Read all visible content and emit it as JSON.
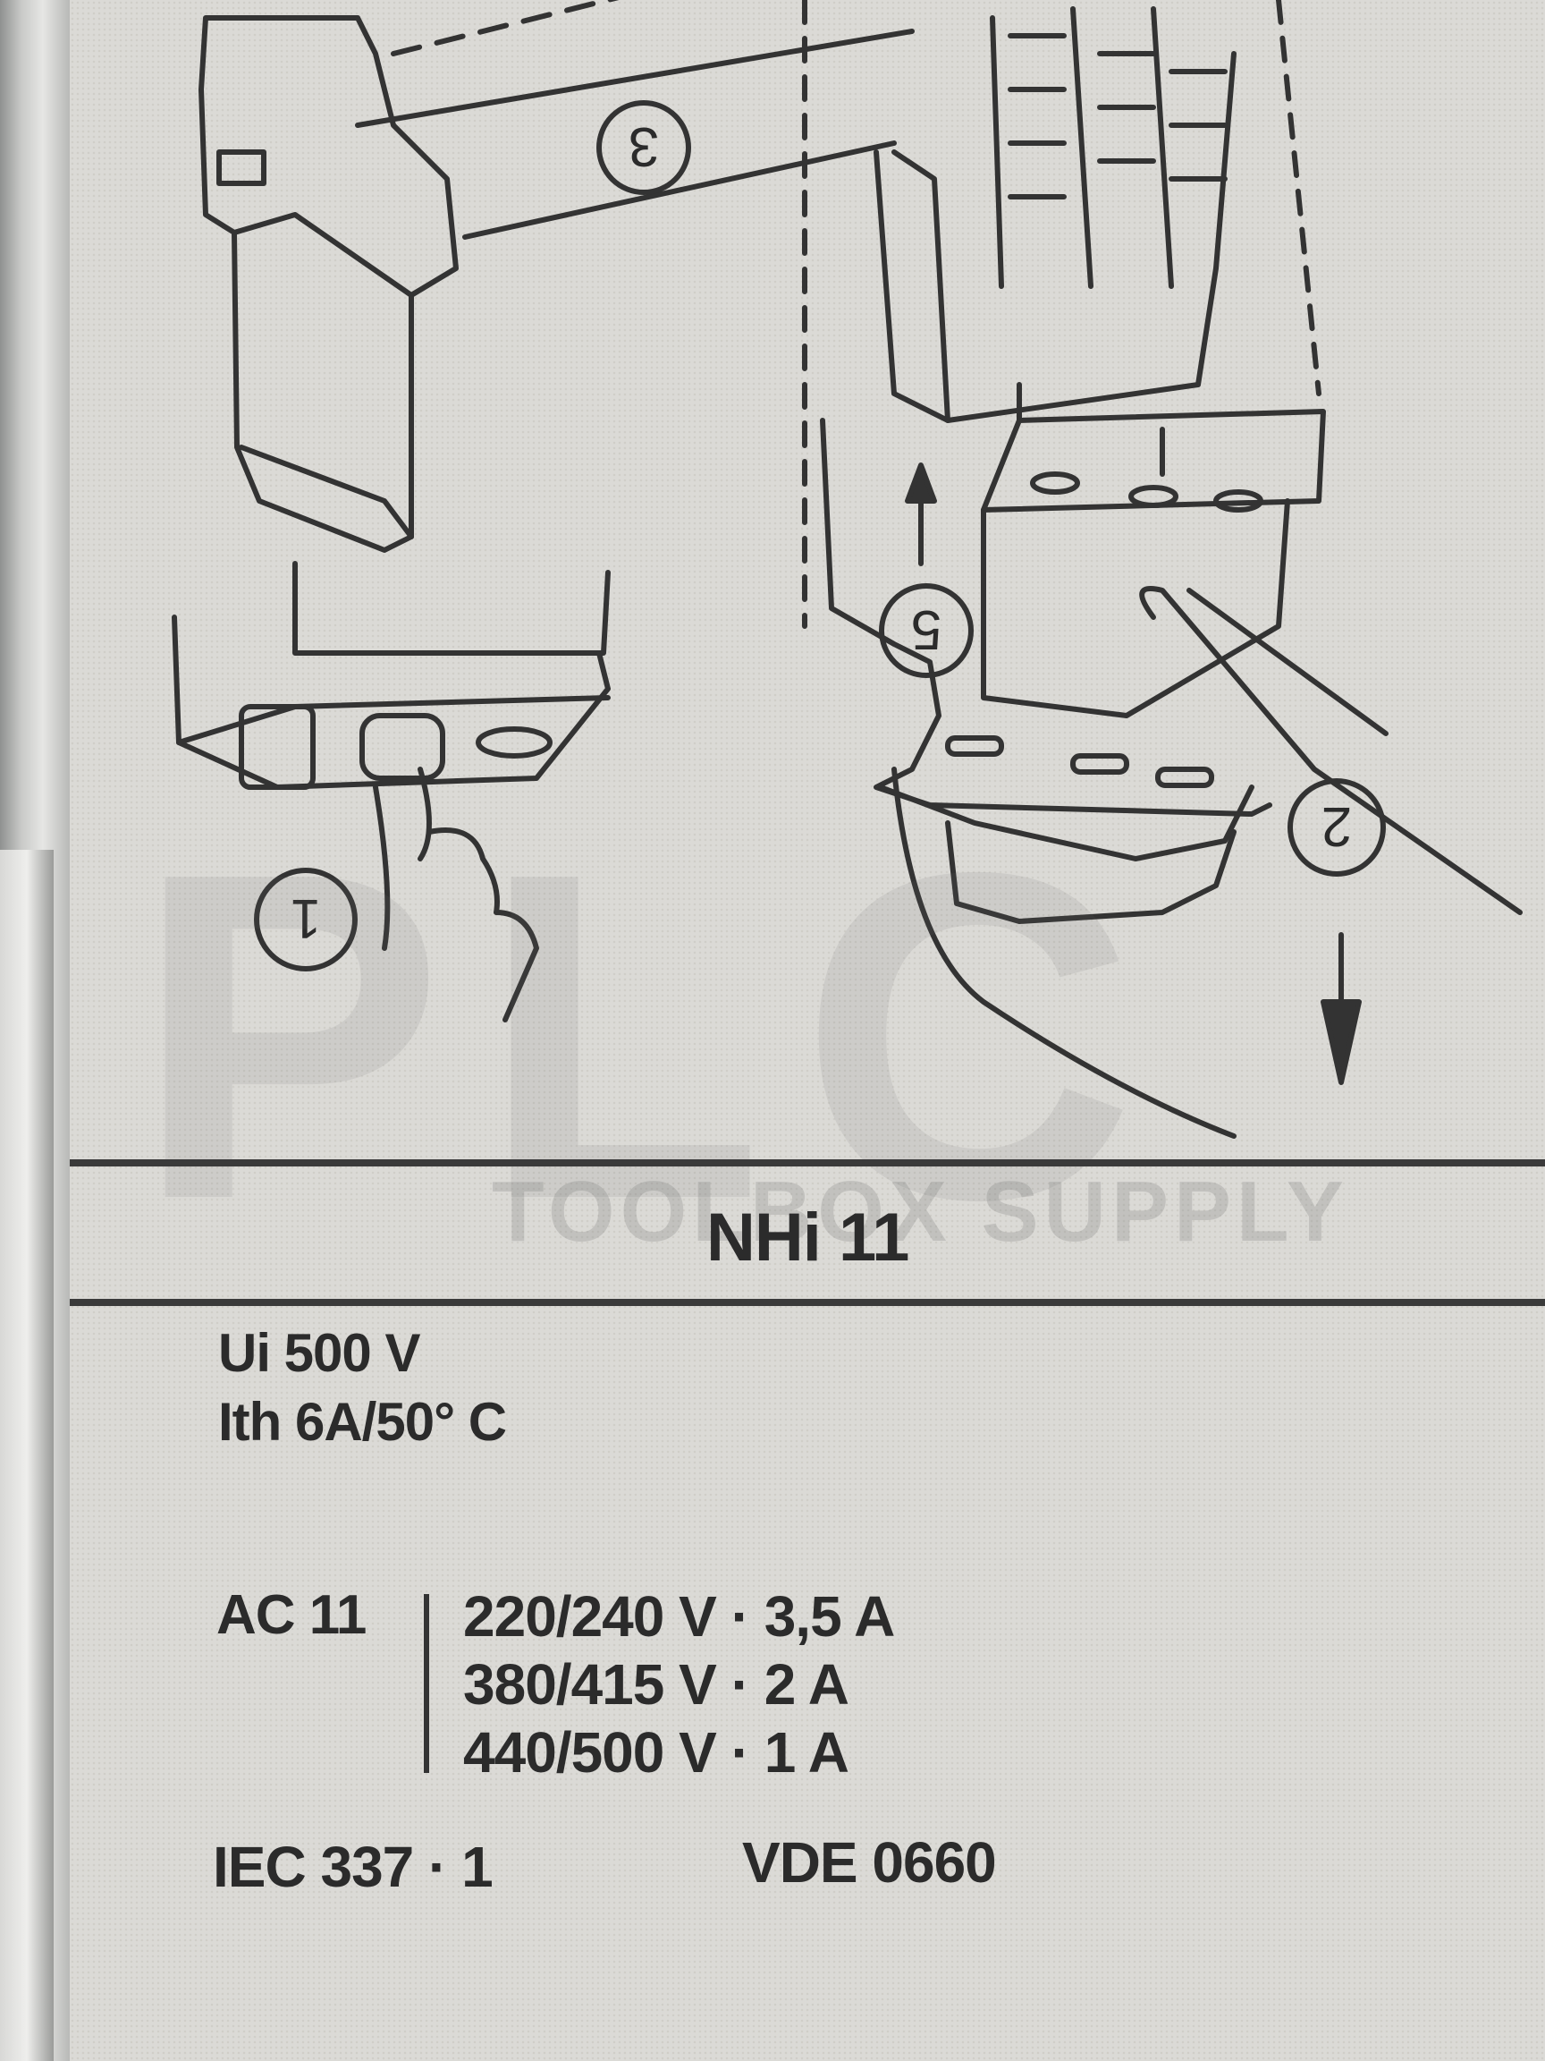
{
  "watermark": {
    "big": "PLC",
    "text": "TOOLBOX SUPPLY"
  },
  "diagram": {
    "steps": [
      "1",
      "2",
      "3",
      "5"
    ],
    "icons": [
      "arrow-up-icon",
      "arrow-down-icon",
      "hand-icon"
    ]
  },
  "label": {
    "model": "NHi 11",
    "ui": "Ui 500 V",
    "ith": "Ith 6A/50° C",
    "ac_category": "AC 11",
    "ratings": [
      "220/240 V · 3,5 A",
      "380/415 V · 2 A",
      "440/500 V · 1 A"
    ],
    "standard_iec": "IEC 337 · 1",
    "standard_vde": "VDE 0660"
  }
}
